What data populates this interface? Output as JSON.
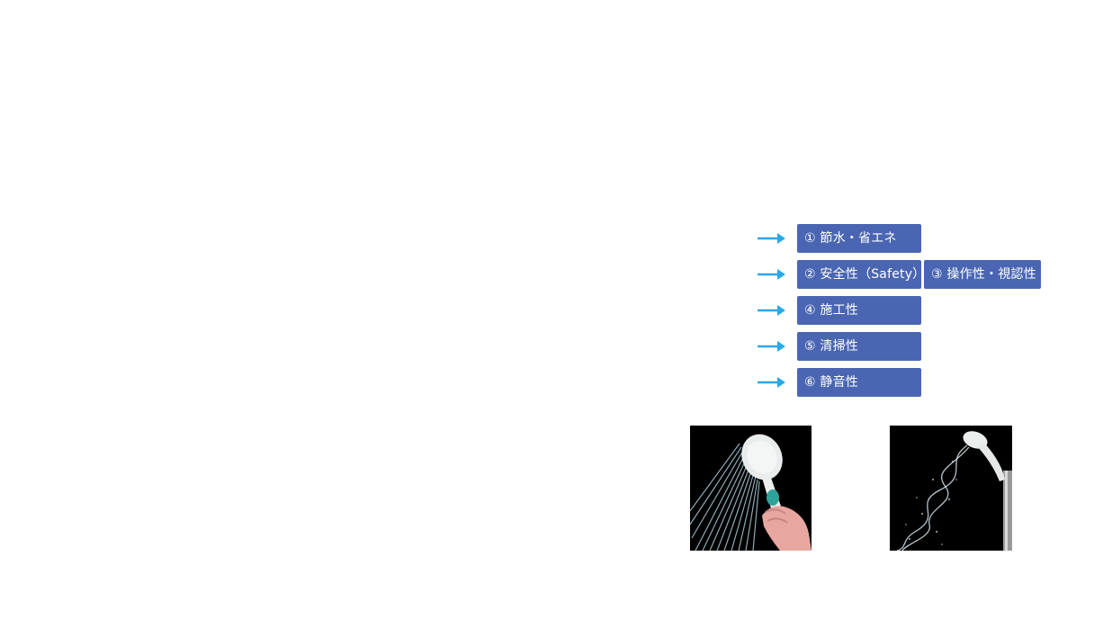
{
  "features": [
    {
      "label": "① 節水・省エネ"
    },
    {
      "label": "② 安全性（Safety）"
    },
    {
      "label": "③ 操作性・視認性"
    },
    {
      "label": "④ 施工性"
    },
    {
      "label": "⑤ 清掃性"
    },
    {
      "label": "⑥ 静音性"
    }
  ],
  "colors": {
    "tag_background": "#4a66b3",
    "tag_text": "#ffffff",
    "arrow": "#29a9e6",
    "photo_background": "#000000"
  },
  "icons": {
    "arrow": "arrow-right-icon"
  },
  "photos": [
    {
      "subject": "handheld shower head spraying water, hand holding the handle"
    },
    {
      "subject": "shower head with spiral water spray"
    }
  ]
}
